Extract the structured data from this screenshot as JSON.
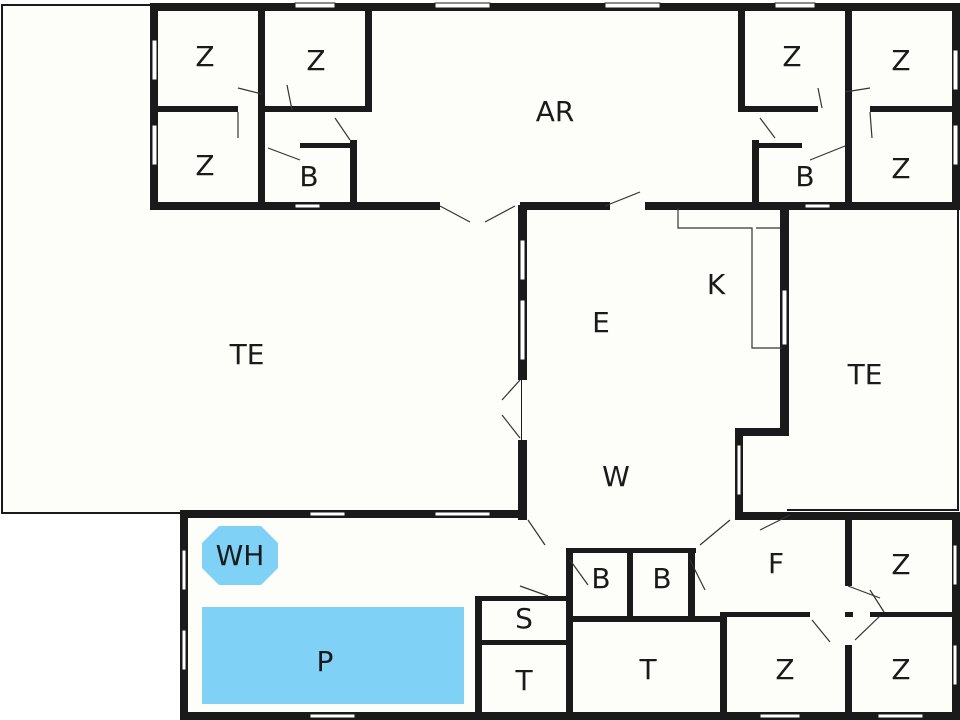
{
  "floor_plan": {
    "rooms": [
      {
        "id": "bedroom-1",
        "label": "Z"
      },
      {
        "id": "bedroom-2",
        "label": "Z"
      },
      {
        "id": "bedroom-3",
        "label": "Z"
      },
      {
        "id": "bathroom-1",
        "label": "B"
      },
      {
        "id": "activity-room",
        "label": "AR"
      },
      {
        "id": "bedroom-4",
        "label": "Z"
      },
      {
        "id": "bedroom-5",
        "label": "Z"
      },
      {
        "id": "bathroom-2",
        "label": "B"
      },
      {
        "id": "bedroom-6",
        "label": "Z"
      },
      {
        "id": "terrace-left",
        "label": "TE"
      },
      {
        "id": "dining",
        "label": "E"
      },
      {
        "id": "kitchen",
        "label": "K"
      },
      {
        "id": "terrace-right",
        "label": "TE"
      },
      {
        "id": "living",
        "label": "W"
      },
      {
        "id": "whirlpool",
        "label": "WH"
      },
      {
        "id": "bathroom-3",
        "label": "B"
      },
      {
        "id": "bathroom-4",
        "label": "B"
      },
      {
        "id": "hall",
        "label": "F"
      },
      {
        "id": "bedroom-7",
        "label": "Z"
      },
      {
        "id": "sauna",
        "label": "S"
      },
      {
        "id": "pool",
        "label": "P"
      },
      {
        "id": "toilet-1",
        "label": "T"
      },
      {
        "id": "toilet-2",
        "label": "T"
      },
      {
        "id": "bedroom-8",
        "label": "Z"
      },
      {
        "id": "bedroom-9",
        "label": "Z"
      }
    ],
    "colors": {
      "wall": "#1a1a1a",
      "floor": "#fdfdfa",
      "water": "#7fd2f5"
    }
  }
}
